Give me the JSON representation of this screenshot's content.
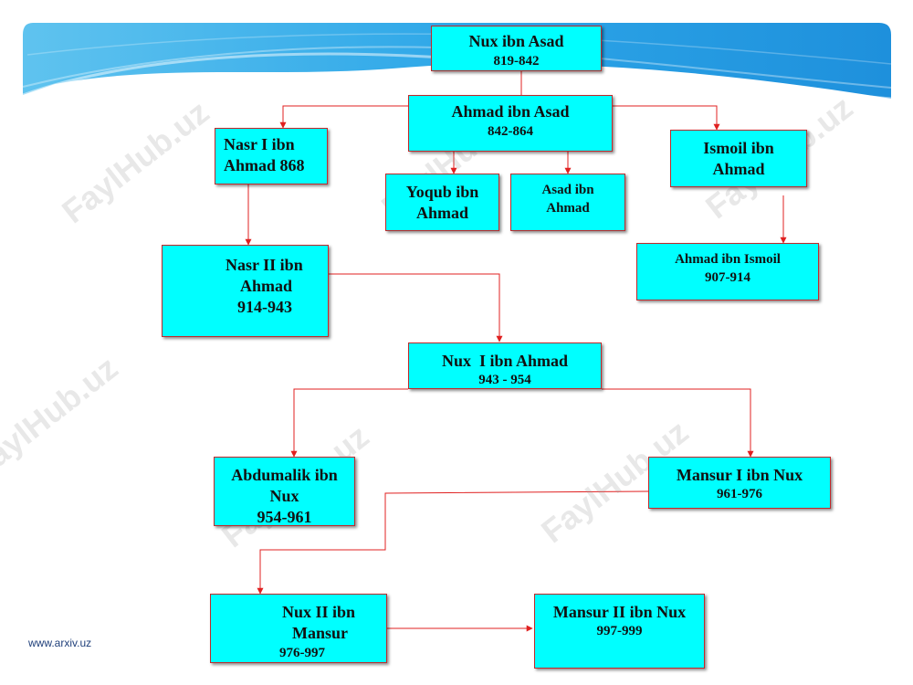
{
  "nodes": {
    "nux_ibn_asad": {
      "name": "Nux ibn Asad",
      "years": "819-842"
    },
    "ahmad_ibn_asad": {
      "name": "Ahmad ibn Asad",
      "years": "842-864"
    },
    "nasr_i": {
      "line1": "Nasr I ibn",
      "line2": "Ahmad 868"
    },
    "yoqub": {
      "line1": "Yoqub ibn",
      "line2": "Ahmad"
    },
    "asad_ibn_ahmad": {
      "line1": "Asad ibn",
      "line2": "Ahmad"
    },
    "ismoil": {
      "line1": "Ismoil ibn",
      "line2": "Ahmad"
    },
    "ahmad_ibn_ismoil": {
      "name": "Ahmad ibn Ismoil",
      "years": "907-914"
    },
    "nasr_ii": {
      "line1": "Nasr II ibn",
      "line2": "Ahmad",
      "years": "914-943"
    },
    "nux_i": {
      "name": "Nux  I ibn Ahmad",
      "years": "943 - 954"
    },
    "abdumalik": {
      "line1": "Abdumalik ibn",
      "line2": "Nux",
      "years": "954-961"
    },
    "mansur_i": {
      "name": "Mansur I ibn Nux",
      "years": "961-976"
    },
    "nux_ii": {
      "line1": "Nux II ibn",
      "line2": "Mansur",
      "years": "976-997"
    },
    "mansur_ii": {
      "name": "Mansur II ibn Nux",
      "years": "997-999"
    }
  },
  "watermark": "FaylHub.uz",
  "footer": "www.arxiv.uz",
  "colors": {
    "node_fill": "#00ffff",
    "node_border": "#c0292b",
    "connector": "#e02020",
    "banner_blue": "#2a9fe0"
  }
}
